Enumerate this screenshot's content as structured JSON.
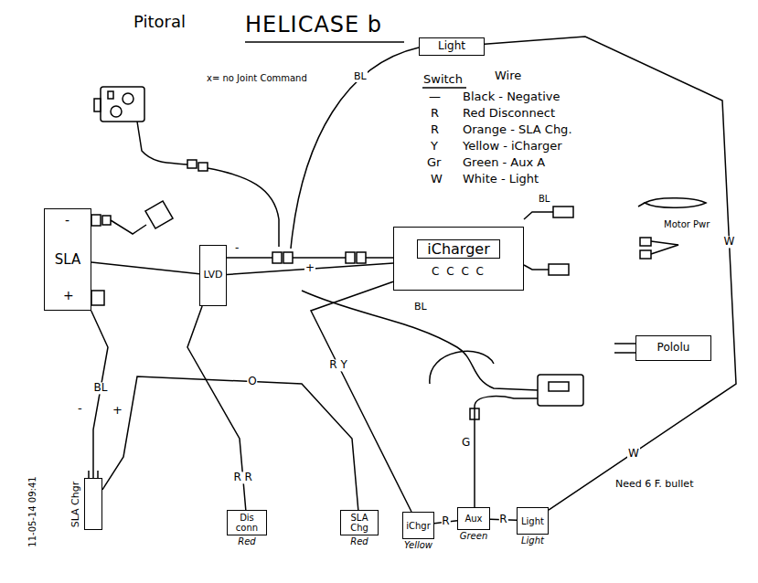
{
  "diagram": {
    "title": "HELICASE b",
    "nodes": [
      {
        "text": [
          "Light"
        ]
      },
      {
        "text": [
          "SLA"
        ]
      },
      {
        "text": [
          "LVD"
        ]
      },
      {
        "text": [
          "iCharger",
          "C C C C"
        ]
      },
      {
        "text": [
          "Pololu"
        ]
      },
      {
        "text": [
          "SLA Chgr"
        ]
      },
      {
        "text": [
          "Dis conn",
          "Red"
        ]
      },
      {
        "text": [
          "SLA Chg",
          "Red"
        ]
      },
      {
        "text": [
          "iChgr",
          "Yellow"
        ]
      },
      {
        "text": [
          "Aux",
          "Green"
        ]
      },
      {
        "text": [
          "Light",
          "Light"
        ]
      }
    ],
    "edges": [
      {
        "from": 5,
        "to": 1,
        "arrow": "none",
        "label": "BL"
      },
      {
        "from": 1,
        "to": 2,
        "arrow": "none"
      },
      {
        "from": 2,
        "to": 3,
        "arrow": "none",
        "label": "+"
      },
      {
        "from": 6,
        "to": 2,
        "arrow": "none",
        "label": "R R"
      },
      {
        "from": 7,
        "to": 5,
        "arrow": "none",
        "label": "O"
      },
      {
        "from": 8,
        "to": 3,
        "arrow": "none",
        "label": "R Y"
      },
      {
        "from": 8,
        "to": 9,
        "arrow": "none",
        "label": "R"
      },
      {
        "from": 9,
        "to": 10,
        "arrow": "none",
        "label": "R"
      },
      {
        "from": 0,
        "to": 10,
        "arrow": "none",
        "label": "W"
      }
    ],
    "labels": [
      "Pitoral",
      "x= no Joint Command",
      "Switch",
      "Wire",
      "—",
      "R",
      "R",
      "Y",
      "Gr",
      "W",
      "-",
      "+",
      "BL",
      "-",
      "BL",
      "G",
      "W",
      "-",
      "+",
      "BL",
      "Motor Pwr",
      "Need 6 F. bullet",
      "11-05-14 09:41"
    ],
    "legend": [
      {
        "text": "Black - Negative"
      },
      {
        "text": "Red Disconnect"
      },
      {
        "text": "Orange - SLA Chg."
      },
      {
        "text": "Yellow - iCharger"
      },
      {
        "text": "Green - Aux A"
      },
      {
        "text": "White - Light"
      }
    ]
  }
}
